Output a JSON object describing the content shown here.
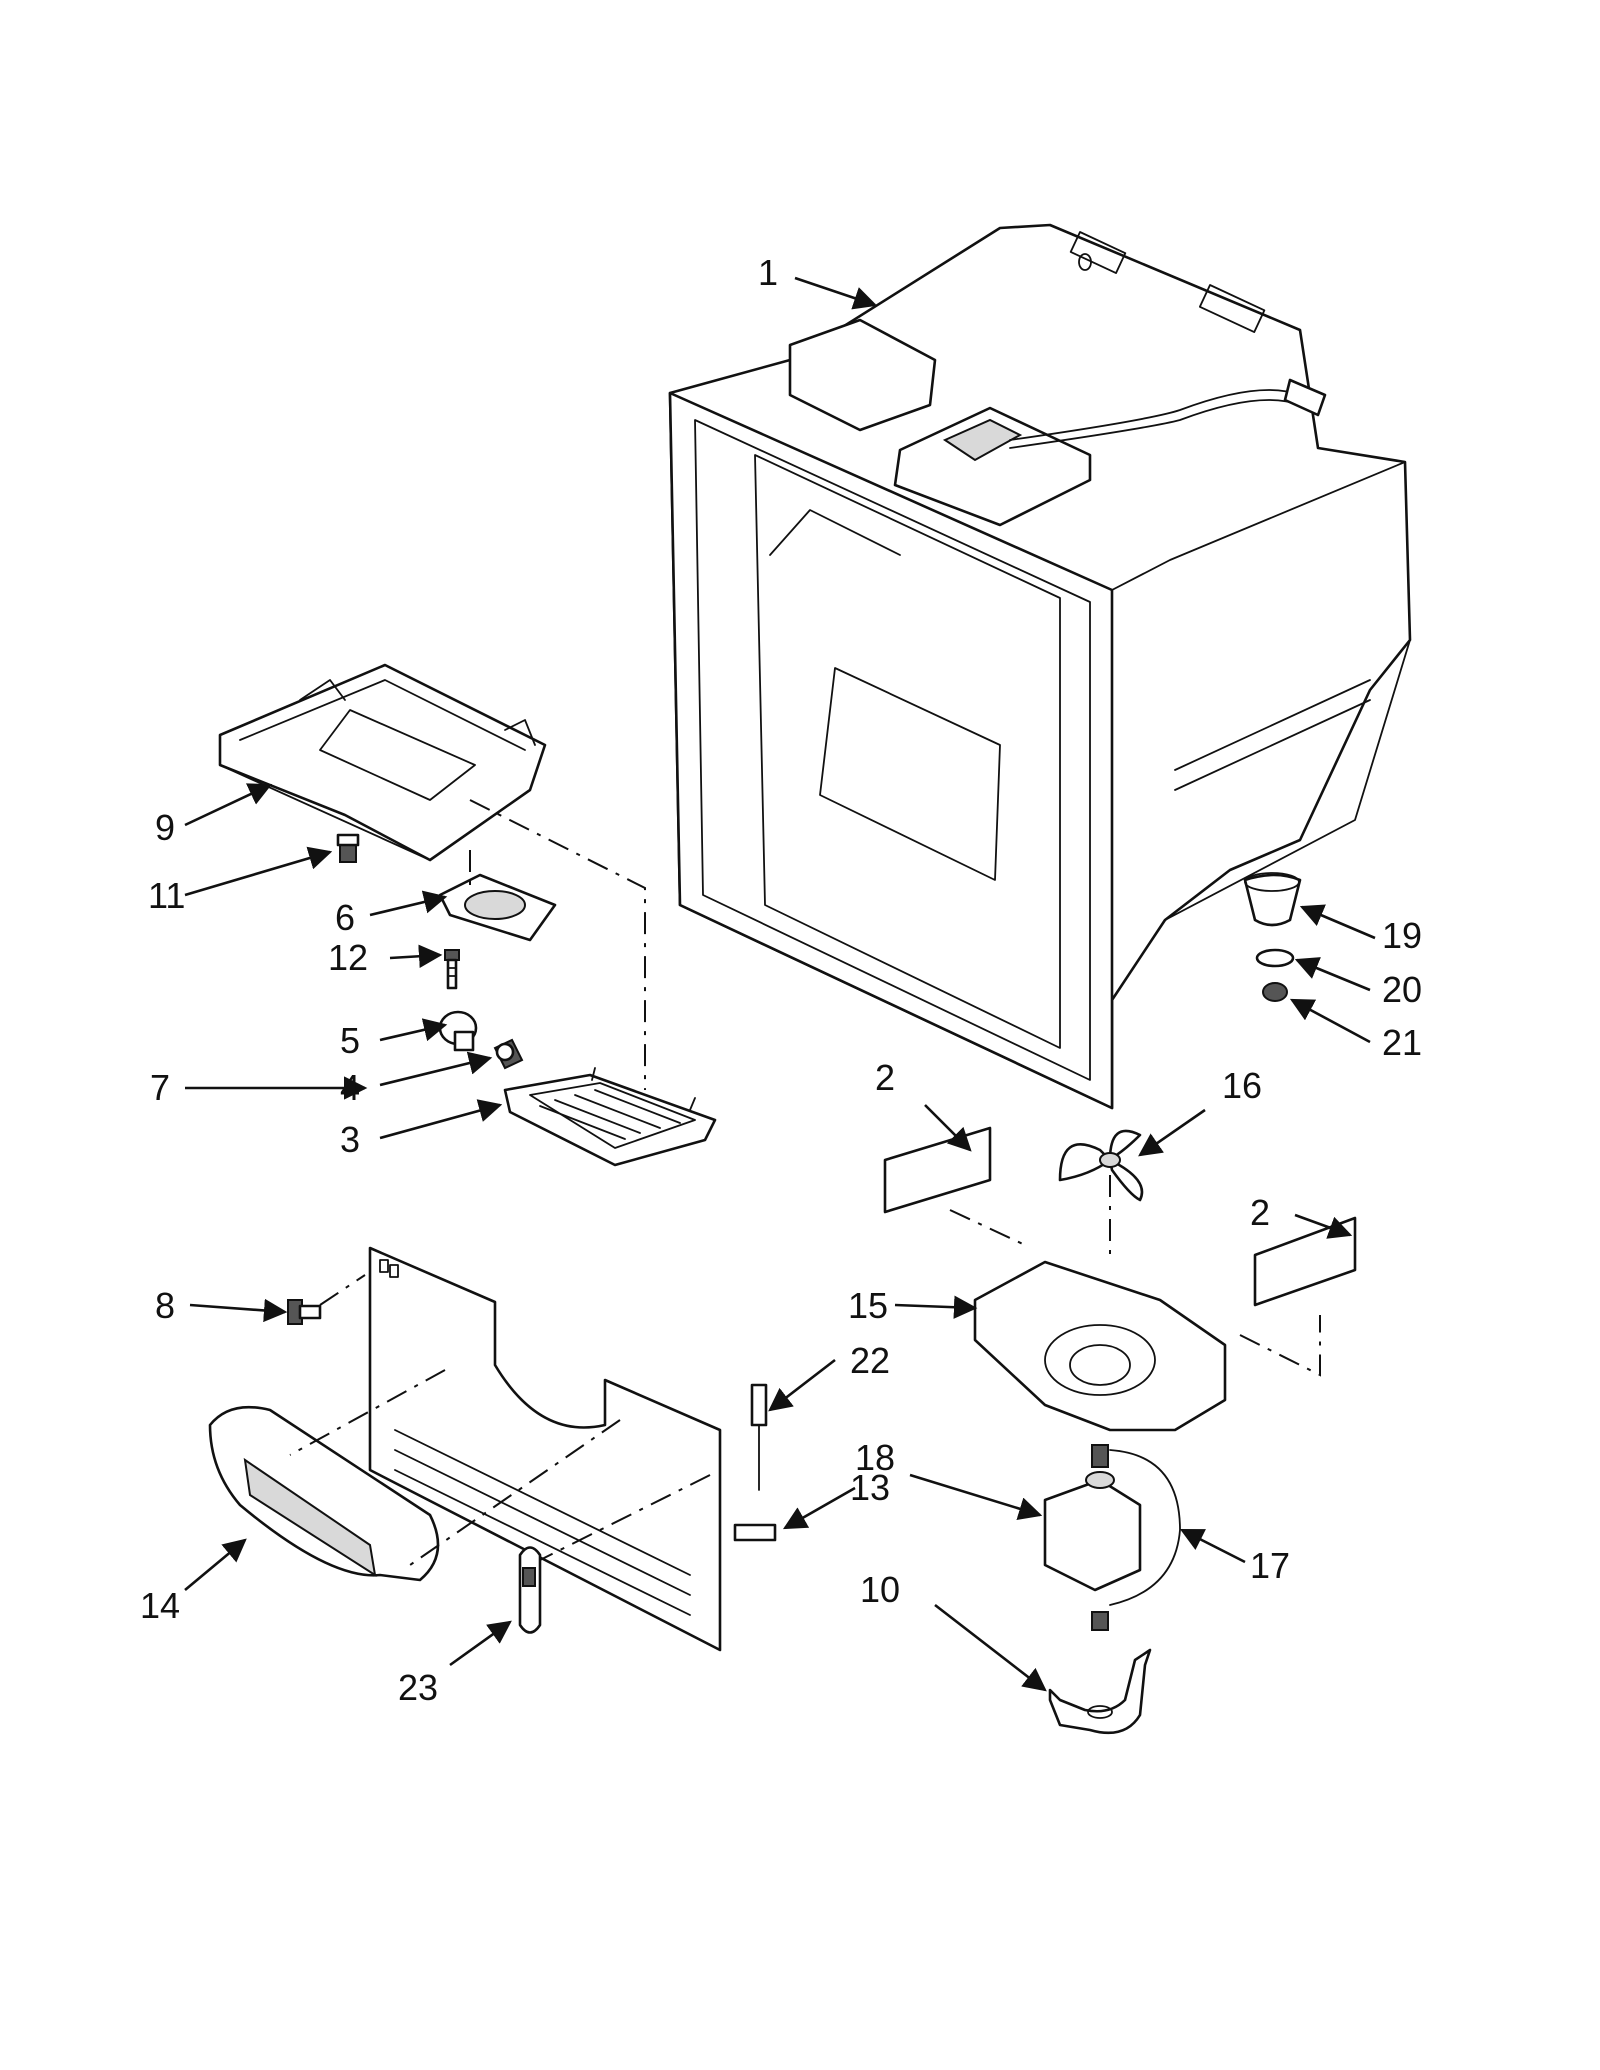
{
  "diagram": {
    "type": "exploded-parts-diagram",
    "callouts": [
      {
        "id": "c1",
        "label": "1"
      },
      {
        "id": "c2a",
        "label": "2"
      },
      {
        "id": "c2b",
        "label": "2"
      },
      {
        "id": "c3",
        "label": "3"
      },
      {
        "id": "c4",
        "label": "4"
      },
      {
        "id": "c5",
        "label": "5"
      },
      {
        "id": "c6",
        "label": "6"
      },
      {
        "id": "c7",
        "label": "7"
      },
      {
        "id": "c8",
        "label": "8"
      },
      {
        "id": "c9",
        "label": "9"
      },
      {
        "id": "c10",
        "label": "10"
      },
      {
        "id": "c11",
        "label": "11"
      },
      {
        "id": "c12",
        "label": "12"
      },
      {
        "id": "c13",
        "label": "13"
      },
      {
        "id": "c14",
        "label": "14"
      },
      {
        "id": "c15",
        "label": "15"
      },
      {
        "id": "c16",
        "label": "16"
      },
      {
        "id": "c17",
        "label": "17"
      },
      {
        "id": "c18",
        "label": "18"
      },
      {
        "id": "c19",
        "label": "19"
      },
      {
        "id": "c20",
        "label": "20"
      },
      {
        "id": "c21",
        "label": "21"
      },
      {
        "id": "c22",
        "label": "22"
      },
      {
        "id": "c23",
        "label": "23"
      }
    ]
  }
}
